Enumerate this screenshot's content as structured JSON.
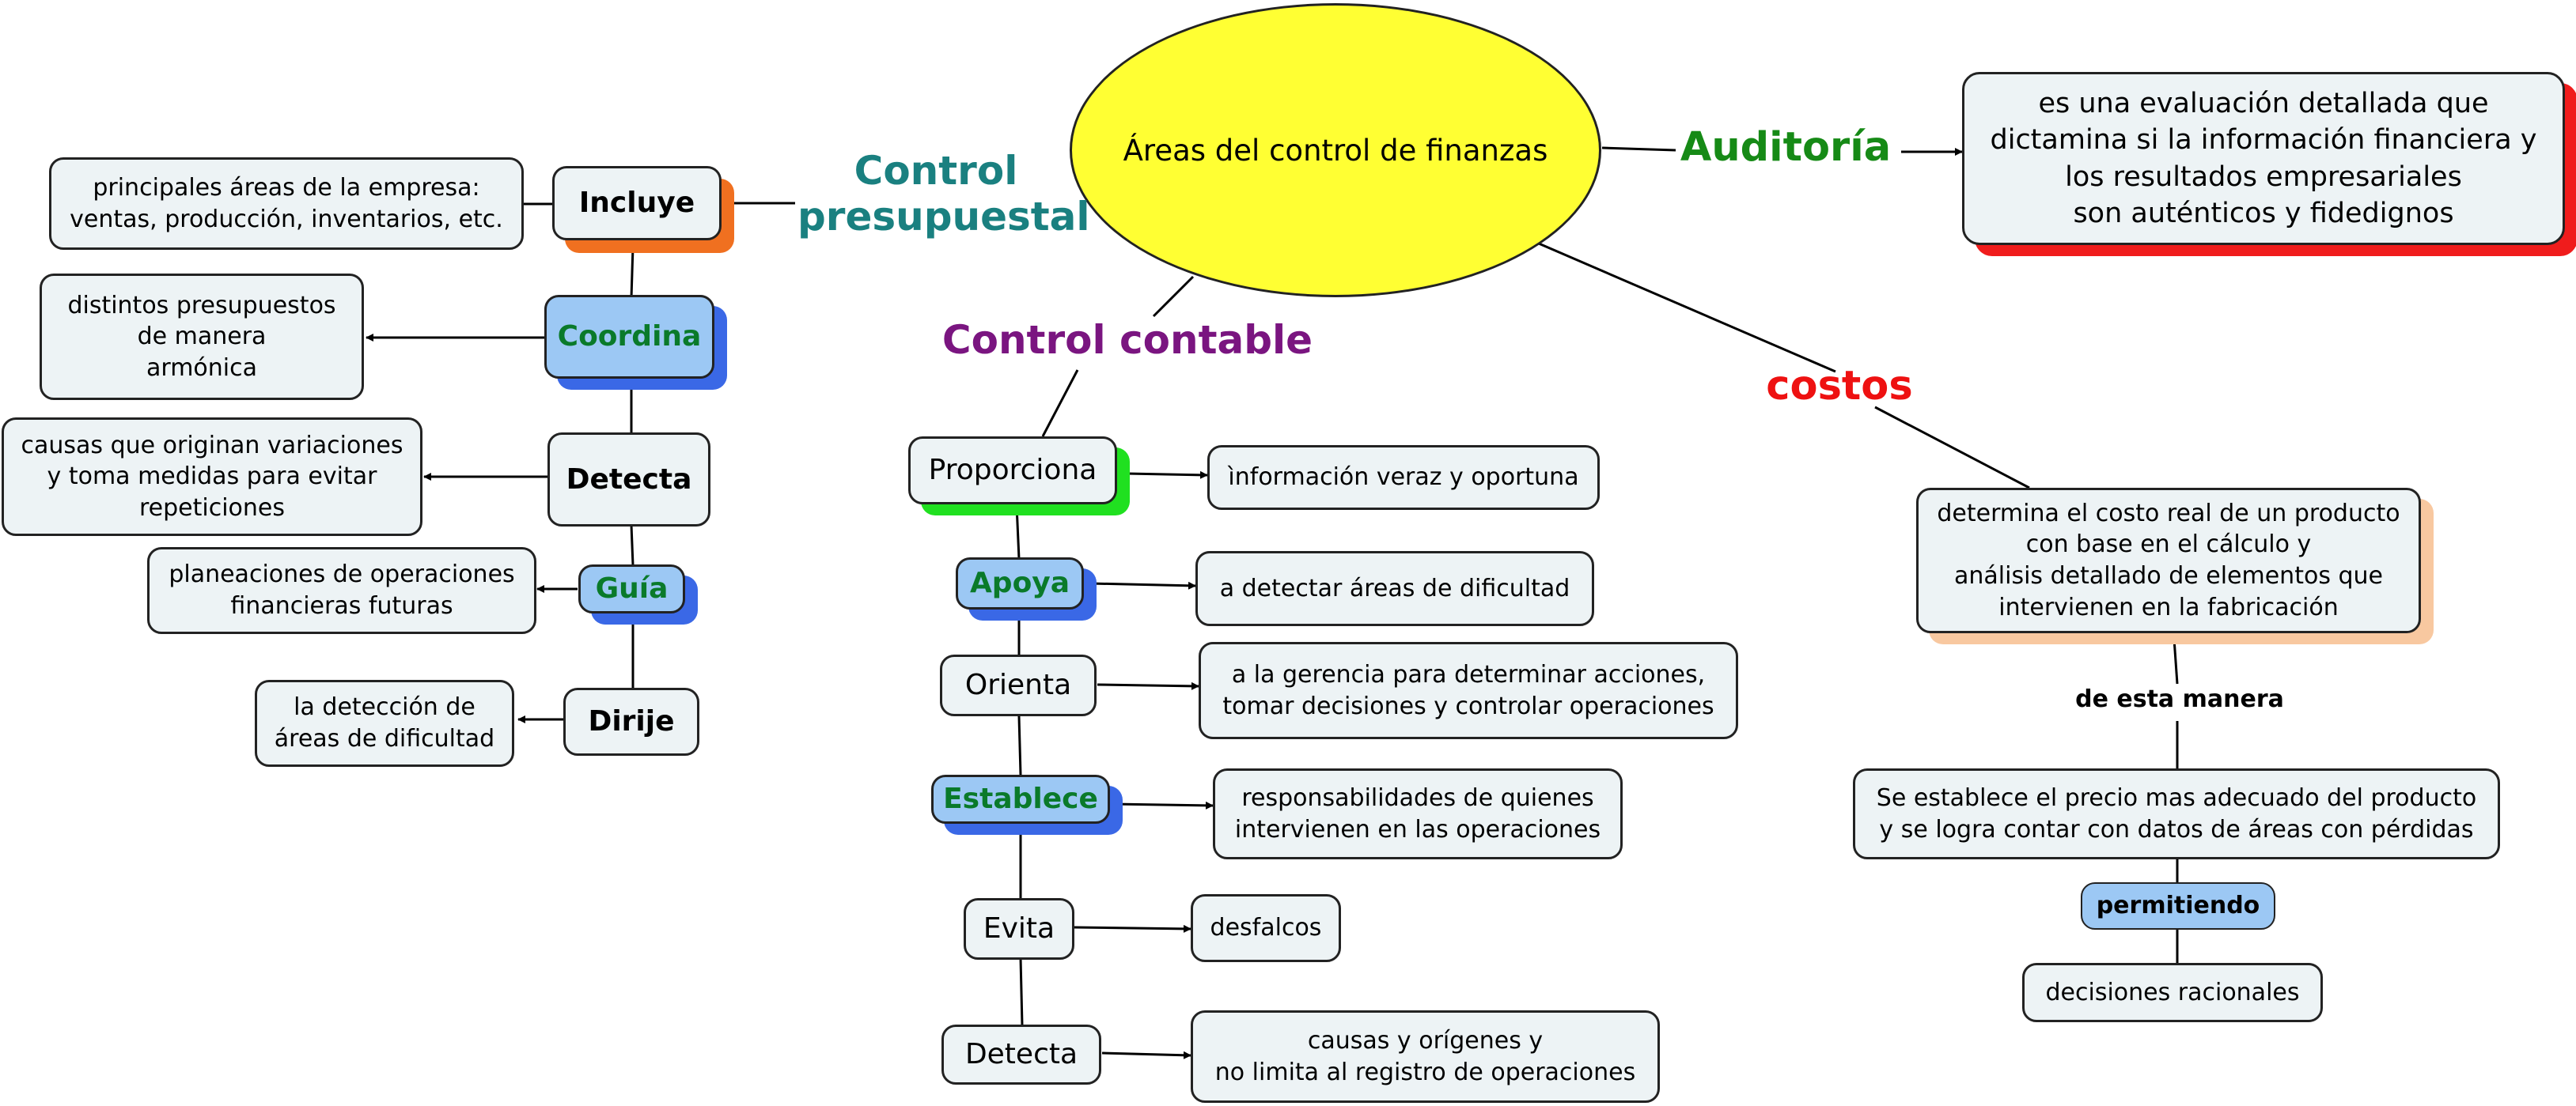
{
  "center": {
    "title": "Áreas del control de finanzas"
  },
  "branches": {
    "presupuestal": {
      "label": "Control\npresupuestal",
      "color": "#1a8080"
    },
    "contable": {
      "label": "Control contable",
      "color": "#7a1580"
    },
    "auditoria": {
      "label": "Auditoría",
      "color": "#168a16"
    },
    "costos": {
      "label": "costos",
      "color": "#ee1111"
    }
  },
  "presupuestal": {
    "incluye": {
      "verb": "Incluye",
      "desc": "principales áreas de la empresa:\nventas, producción, inventarios, etc."
    },
    "coordina": {
      "verb": "Coordina",
      "desc": "distintos presupuestos\nde manera\narmónica"
    },
    "detecta": {
      "verb": "Detecta",
      "desc": "causas que originan variaciones\ny toma medidas para evitar\nrepeticiones"
    },
    "guia": {
      "verb": "Guía",
      "desc": "planeaciones de operaciones\nfinancieras futuras"
    },
    "dirije": {
      "verb": "Dirije",
      "desc": "la detección de\náreas de dificultad"
    }
  },
  "contable": {
    "proporciona": {
      "verb": "Proporciona",
      "desc": "ìnformación veraz y oportuna"
    },
    "apoya": {
      "verb": "Apoya",
      "desc": "a detectar áreas de dificultad"
    },
    "orienta": {
      "verb": "Orienta",
      "desc": "a la gerencia para determinar acciones,\ntomar decisiones y controlar operaciones"
    },
    "establece": {
      "verb": "Establece",
      "desc": "responsabilidades de quienes\nintervienen en las operaciones"
    },
    "evita": {
      "verb": "Evita",
      "desc": "desfalcos"
    },
    "detecta": {
      "verb": "Detecta",
      "desc": "causas y orígenes y\nno limita al registro de operaciones"
    }
  },
  "auditoria": {
    "desc": "es una evaluación detallada que\ndictamina si la información financiera y\nlos resultados empresariales\nson auténticos y fidedignos"
  },
  "costos": {
    "determina": "determina el costo real de un producto\ncon base en el cálculo y\nanálisis detallado de elementos que\nintervienen en la fabricación",
    "link1": "de esta manera",
    "precio": "Se establece el precio mas adecuado del producto\ny se logra contar con datos de áreas con pérdidas",
    "link2": "permitiendo",
    "decisiones": "decisiones racionales"
  }
}
